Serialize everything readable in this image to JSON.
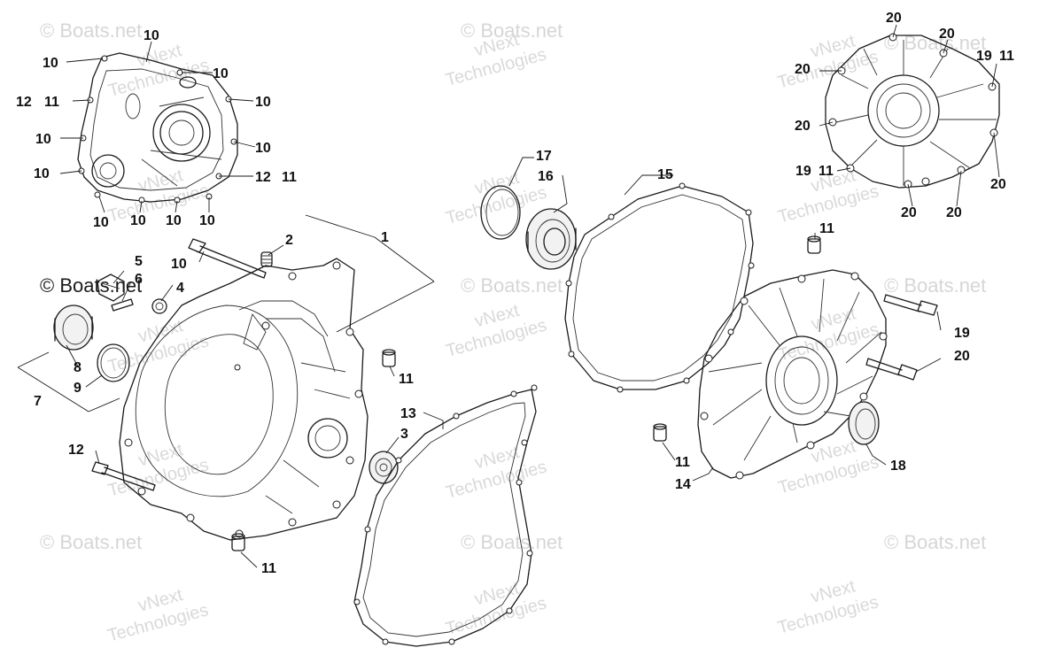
{
  "callouts": [
    "1",
    "2",
    "3",
    "4",
    "5",
    "6",
    "7",
    "8",
    "9",
    "10",
    "11",
    "12",
    "13",
    "14",
    "15",
    "16",
    "17",
    "18",
    "19",
    "20",
    "10",
    "10",
    "10",
    "10",
    "10",
    "10",
    "10",
    "10",
    "10",
    "10",
    "10",
    "12",
    "11",
    "12",
    "11",
    "20",
    "20",
    "20",
    "20",
    "19",
    "11",
    "19",
    "11",
    "20",
    "20",
    "20",
    "11",
    "11",
    "11",
    "11"
  ],
  "watermarks": {
    "brand": "© Boats.net",
    "tech_line1": "vNext",
    "tech_line2": "Technologies"
  },
  "colors": {
    "line": "#1a1a1a",
    "watermark": "#d6d6d6",
    "background": "#ffffff"
  }
}
